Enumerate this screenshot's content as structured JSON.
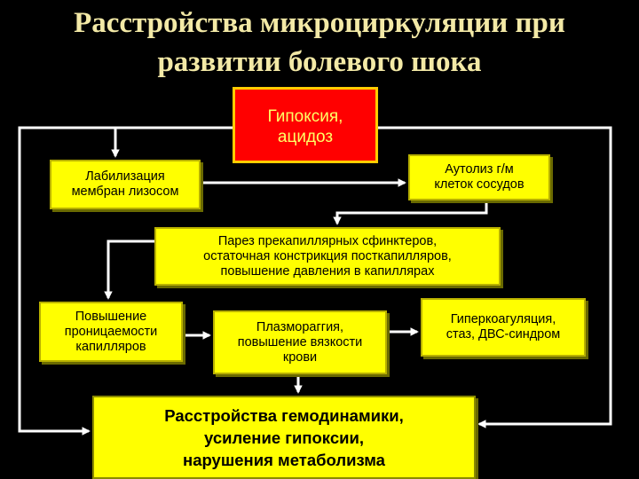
{
  "title": {
    "line1": "Расстройства микроциркуляции при",
    "line2": "развитии болевого шока"
  },
  "boxes": {
    "hypoxia": "Гипоксия,\nацидоз",
    "lysosome": "Лабилизация\nмембран лизосом",
    "autolysis": "Аутолиз г/м\nклеток сосудов",
    "paresis": "Парез прекапиллярных сфинктеров,\nостаточная констрикция посткапилляров,\nповышение давления в капиллярах",
    "permeability": "Повышение\nпроницаемости\nкапилляров",
    "plasmorrhagia": "Плазмораггия,\nповышение вязкости\nкрови",
    "hypercoag": "Гиперкоагуляция,\nстаз, ДВС-синдром",
    "hemodynamics": "Расстройства гемодинамики,\nусиление гипоксии,\nнарушения метаболизма"
  },
  "colors": {
    "background": "#000000",
    "title": "#f3e9a6",
    "box_fill": "#ffff00",
    "hypoxia_fill": "#ff0000",
    "hypoxia_text": "#ffff66",
    "arrow": "#ffffff"
  }
}
